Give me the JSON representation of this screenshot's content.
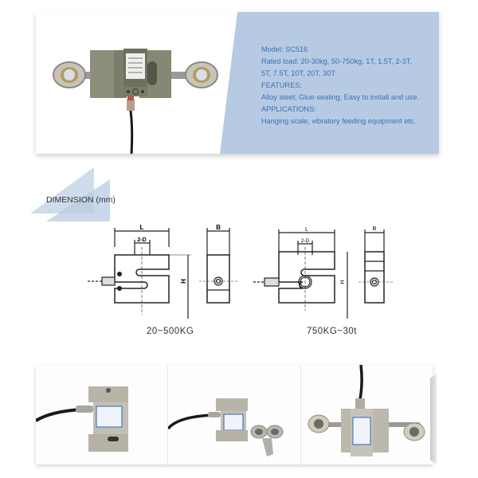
{
  "banner": {
    "photo_alt": "S-type load cell with rod end bearings",
    "specs": {
      "model": "Model: SC516",
      "rated_load_line1": "Rated load: 20-30kg, 50-750kg, 1T, 1.5T, 2-3T,",
      "rated_load_line2": "5T, 7.5T, 10T, 20T, 30T",
      "features_heading": "FEATURES:",
      "features": "Alloy steel; Glue-sealing; Easy to install and use.",
      "applications_heading": "APPLICATIONS:",
      "applications": "Hanging scale, vibratory feeding equipment etc."
    },
    "panel_color": "#b6cbe3",
    "text_color": "#3c6fb4"
  },
  "dimension": {
    "title": "DIMENSION (mm)",
    "drawings": [
      {
        "caption": "20~500KG",
        "labels": {
          "length": "L",
          "hole": "2-D",
          "height": "H",
          "width": "B"
        }
      },
      {
        "caption": "750KG~30t",
        "labels": {
          "length": "L",
          "hole": "2-D",
          "height": "H",
          "width": "B"
        }
      }
    ]
  },
  "photos": [
    {
      "alt": "S-type load cell front view with cable"
    },
    {
      "alt": "S-type load cell with rod end bearings"
    },
    {
      "alt": "S-type load cell assembled with rod ends"
    }
  ]
}
